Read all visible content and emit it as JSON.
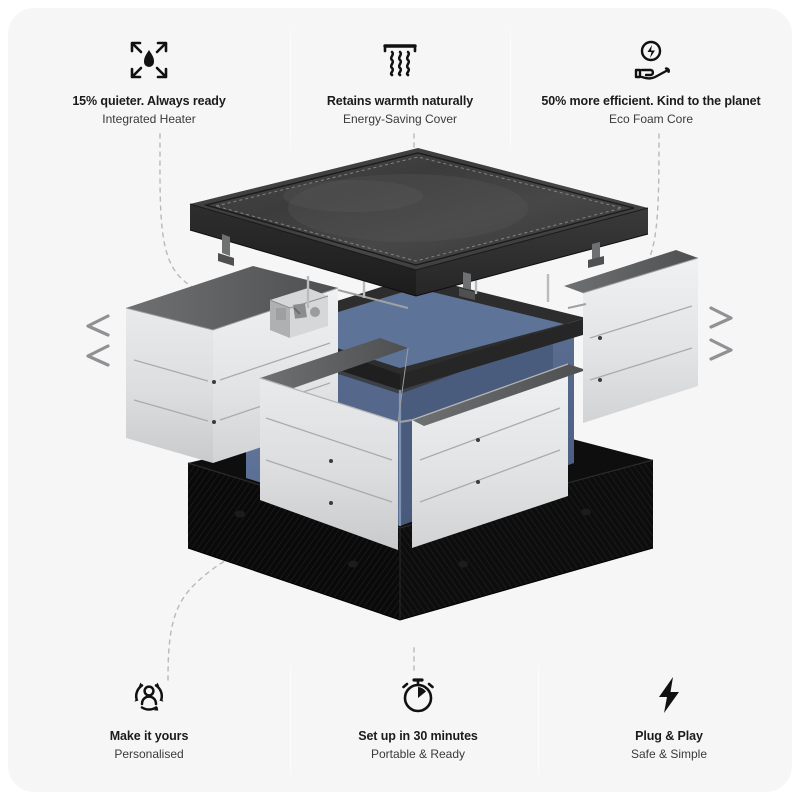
{
  "card": {
    "background": "#f6f6f6",
    "corner_radius": "26px"
  },
  "features_top": [
    {
      "icon": "flame-expand-icon",
      "title": "15% quieter. Always ready",
      "subtitle": "Integrated Heater"
    },
    {
      "icon": "heat-retention-cover-icon",
      "title": "Retains warmth naturally",
      "subtitle": "Energy-Saving Cover"
    },
    {
      "icon": "eco-energy-hand-icon",
      "title": "50% more efficient. Kind to the planet",
      "subtitle": "Eco Foam Core"
    }
  ],
  "features_bottom": [
    {
      "icon": "personalise-person-cycle-icon",
      "title": "Make it yours",
      "subtitle": "Personalised"
    },
    {
      "icon": "stopwatch-icon",
      "title": "Set up in 30 minutes",
      "subtitle": "Portable & Ready"
    },
    {
      "icon": "lightning-bolt-icon",
      "title": "Plug & Play",
      "subtitle": "Safe & Simple"
    }
  ],
  "product": {
    "name": "exploded-product-diagram",
    "layers": [
      {
        "name": "insulated-top-cover",
        "color": "#3a3a3a"
      },
      {
        "name": "foam-side-panels",
        "color": "#d8d9da"
      },
      {
        "name": "inner-blue-liner",
        "color": "#5f7599"
      },
      {
        "name": "textured-base",
        "color": "#0b0b0b"
      },
      {
        "name": "control-module",
        "color": "#cfd1d2"
      }
    ],
    "side_markers_left": "<",
    "side_markers_right": ">",
    "colors": {
      "cover_dark": "#3a3a3a",
      "cover_edge": "#242424",
      "foam_light": "#e2e3e4",
      "foam_shade": "#bfc1c3",
      "liner_blue": "#5f7599",
      "liner_blue_dark": "#4e617f",
      "base_black": "#0a0a0a",
      "leader_line": "#b8b8b8"
    }
  }
}
